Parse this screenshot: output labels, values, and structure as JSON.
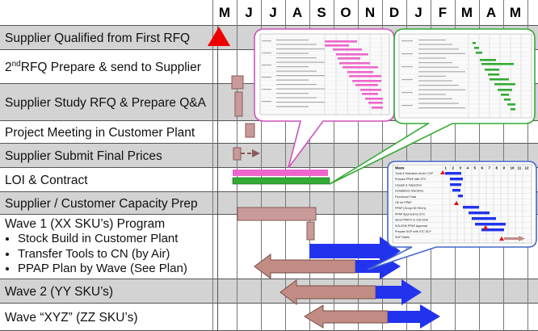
{
  "months": [
    "M",
    "J",
    "J",
    "A",
    "S",
    "O",
    "N",
    "D",
    "J",
    "F",
    "M",
    "A",
    "M"
  ],
  "rows": [
    {
      "label": "Supplier Qualified from First RFQ",
      "shade": "gray"
    },
    {
      "label_prefix": "2",
      "label_sup": "nd",
      "label": "RFQ Prepare & send to Supplier",
      "shade": "white"
    },
    {
      "label": "Supplier Study RFQ & Prepare Q&A",
      "shade": "gray"
    },
    {
      "label": "Project Meeting in Customer Plant",
      "shade": "white"
    },
    {
      "label": "Supplier Submit Final Prices",
      "shade": "gray"
    },
    {
      "label": "LOI & Contract",
      "shade": "white"
    },
    {
      "label": "Supplier / Customer Capacity Prep",
      "shade": "gray"
    },
    {
      "label": "Wave 1 (XX SKU’s) Program",
      "shade": "white",
      "bullets": [
        "Stock Build in Customer Plant",
        "Transfer Tools to CN (by Air)",
        "PPAP Plan by Wave (See Plan)"
      ]
    },
    {
      "label": "Wave 2 (YY SKU’s)",
      "shade": "gray"
    },
    {
      "label": "Wave “XYZ” (ZZ SKU’s)",
      "shade": "white"
    }
  ],
  "colors": {
    "milestone": "#ee0000",
    "task_bar": "#c89a9a",
    "task_bar_border": "#8a5a5a",
    "loi_pink": "#ee66cc",
    "contract_green": "#33aa33",
    "wave_blue": "#2233ee",
    "wave_brown": "#c08c84",
    "callout_pink_border": "#cc55bb",
    "callout_green_border": "#33aa33",
    "callout_blue_border": "#4466cc"
  },
  "inset_plan": {
    "header_label": "Wave",
    "columns": [
      "1",
      "2",
      "3",
      "4",
      "5",
      "6",
      "7",
      "8",
      "9",
      "10",
      "11",
      "12"
    ],
    "tasks": [
      "Tools & Machines Arrive CGP",
      "Prepare PPAP with STC",
      "Unpack & Inspection",
      "Installations Machines",
      "Functional Trials",
      "OK for PPAP",
      "PPAP (Group 50 SKU's)",
      "PPAP Approval by STC",
      "Send PPAP's to SOLVEM",
      "SOLVEM PPAP Approval",
      "Prepare SOP with STC SLP",
      "SOP Starts"
    ]
  }
}
